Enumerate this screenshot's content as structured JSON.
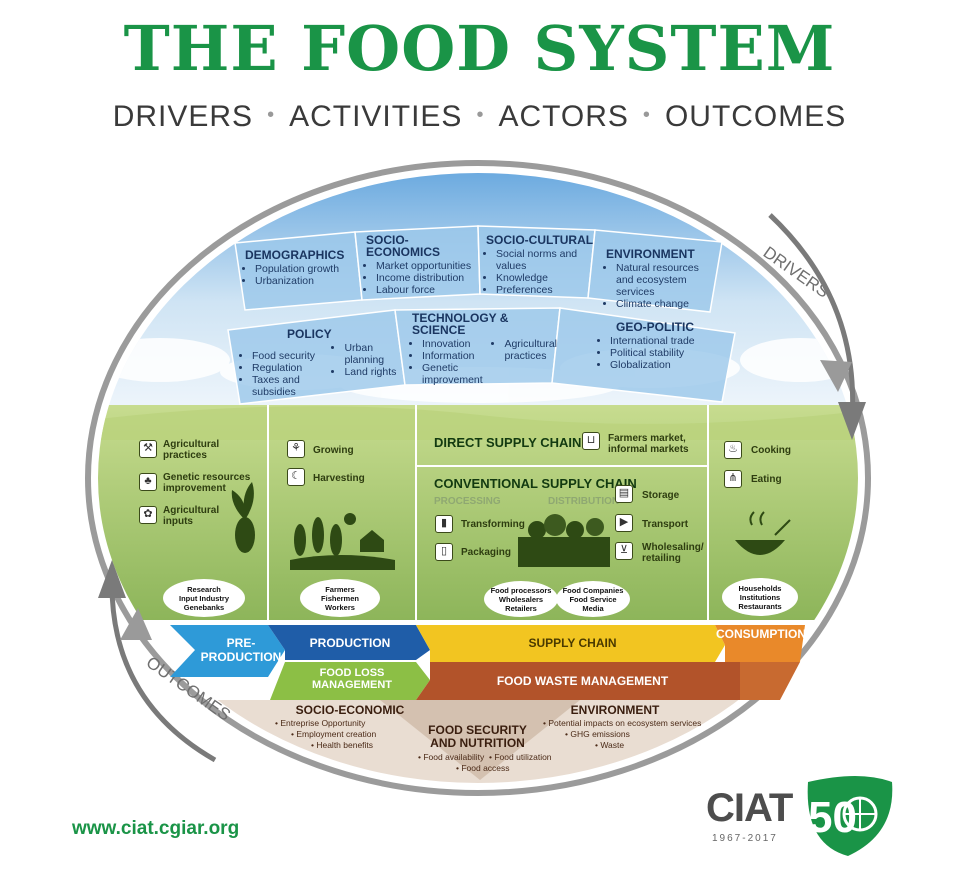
{
  "title": "THE FOOD SYSTEM",
  "subtitle": [
    "DRIVERS",
    "ACTIVITIES",
    "ACTORS",
    "OUTCOMES"
  ],
  "arc_labels": {
    "drivers": "DRIVERS",
    "outcomes": "OUTCOMES"
  },
  "drivers": {
    "demographics": {
      "title": "DEMOGRAPHICS",
      "items": [
        "Population growth",
        "Urbanization"
      ]
    },
    "socio_economics": {
      "title": "SOCIO-ECONOMICS",
      "items": [
        "Market opportunities",
        "Income distribution",
        "Labour force"
      ]
    },
    "socio_cultural": {
      "title": "SOCIO-CULTURAL",
      "items": [
        "Social norms and values",
        "Knowledge",
        "Preferences"
      ]
    },
    "environment": {
      "title": "ENVIRONMENT",
      "items": [
        "Natural resources",
        "and ecosystem services",
        "Climate change"
      ]
    },
    "policy": {
      "title": "POLICY",
      "items_left": [
        "Food security",
        "Regulation",
        "Taxes and subsidies"
      ],
      "items_right": [
        "Urban planning",
        "Land rights"
      ]
    },
    "tech_science": {
      "title": "TECHNOLOGY & SCIENCE",
      "items_left": [
        "Innovation",
        "Information",
        "Genetic improvement"
      ],
      "items_right": [
        "Agricultural",
        "practices"
      ]
    },
    "geo_politic": {
      "title": "GEO-POLITIC",
      "items": [
        "International trade",
        "Political stability",
        "Globalization"
      ]
    }
  },
  "activities": {
    "pre_production": {
      "items": [
        "Agricultural practices",
        "Genetic resources improvement",
        "Agricultural inputs"
      ],
      "actors": [
        "Research",
        "Input Industry",
        "Genebanks"
      ]
    },
    "production": {
      "items": [
        "Growing",
        "Harvesting"
      ],
      "actors": [
        "Farmers",
        "Fishermen",
        "Workers"
      ]
    },
    "direct_supply": {
      "title": "DIRECT SUPPLY CHAIN",
      "item": "Farmers market, informal markets"
    },
    "conventional_supply": {
      "title": "CONVENTIONAL SUPPLY CHAIN",
      "processing_label": "PROCESSING",
      "distribution_label": "DISTRIBUTION",
      "processing": [
        "Transforming",
        "Packaging"
      ],
      "distribution": [
        "Storage",
        "Transport",
        "Wholesaling/ retailing"
      ],
      "actors_a": [
        "Food processors",
        "Wholesalers",
        "Retailers"
      ],
      "actors_b": [
        "Food Companies",
        "Food Service",
        "Media"
      ]
    },
    "consumption": {
      "items": [
        "Cooking",
        "Eating"
      ],
      "actors": [
        "Households",
        "Institutions",
        "Restaurants"
      ]
    }
  },
  "bands": {
    "pre_production": "PRE- PRODUCTION",
    "production": "PRODUCTION",
    "supply_chain": "SUPPLY CHAIN",
    "consumption": "CONSUMPTION",
    "food_loss": "FOOD LOSS MANAGEMENT",
    "food_waste": "FOOD WASTE MANAGEMENT"
  },
  "outcomes": {
    "socio_economic": {
      "title": "SOCIO-ECONOMIC",
      "items": [
        "Entreprise Opportunity",
        "Employment creation",
        "Health benefits"
      ]
    },
    "food_security": {
      "title": "FOOD SECURITY AND NUTRITION",
      "items": [
        "Food availability",
        "Food utilization",
        "Food access"
      ]
    },
    "environment": {
      "title": "ENVIRONMENT",
      "items": [
        "Potential impacts on ecosystem services",
        "GHG emissions",
        "Waste"
      ]
    }
  },
  "footer": {
    "url": "www.ciat.cgiar.org",
    "logo_text": "CIAT",
    "logo_number": "50",
    "logo_years": "1967-2017"
  },
  "colors": {
    "title_green": "#1a9447",
    "pre_production": "#2e9ad8",
    "production": "#1f5da8",
    "supply_chain": "#f2c521",
    "consumption": "#e9892a",
    "food_loss": "#8cbf45",
    "food_waste": "#b2532a",
    "driver_box": "#9cc8ea",
    "field_green": "#a8c86e"
  }
}
